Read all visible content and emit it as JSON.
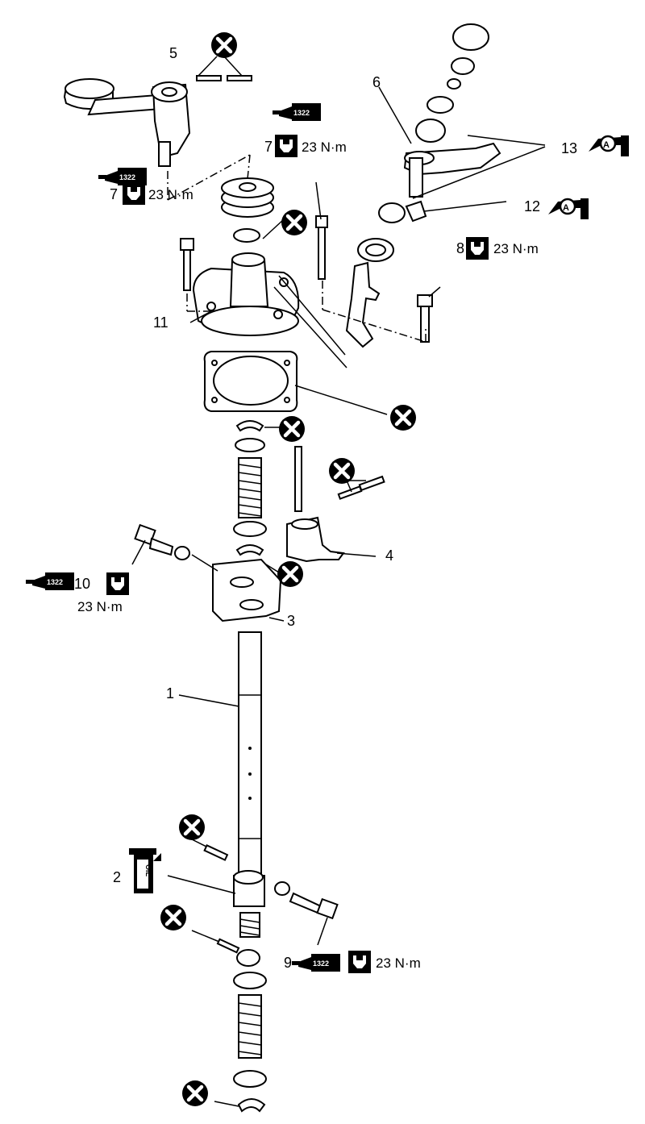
{
  "callouts": {
    "c1": "1",
    "c2": "2",
    "c3": "3",
    "c4": "4",
    "c5": "5",
    "c6": "6",
    "c7a": "7",
    "c7b": "7",
    "c8": "8",
    "c9": "9",
    "c10": "10",
    "c11": "11",
    "c12": "12",
    "c13": "13"
  },
  "torque": {
    "t7a": "23 N·m",
    "t7b": "23 N·m",
    "t8": "23 N·m",
    "t9": "23 N·m",
    "t10": "23 N·m"
  },
  "sealant_code": "1322",
  "oil_label": "OIL",
  "grease_letter": "A",
  "colors": {
    "ink": "#000000",
    "paper": "#ffffff"
  }
}
